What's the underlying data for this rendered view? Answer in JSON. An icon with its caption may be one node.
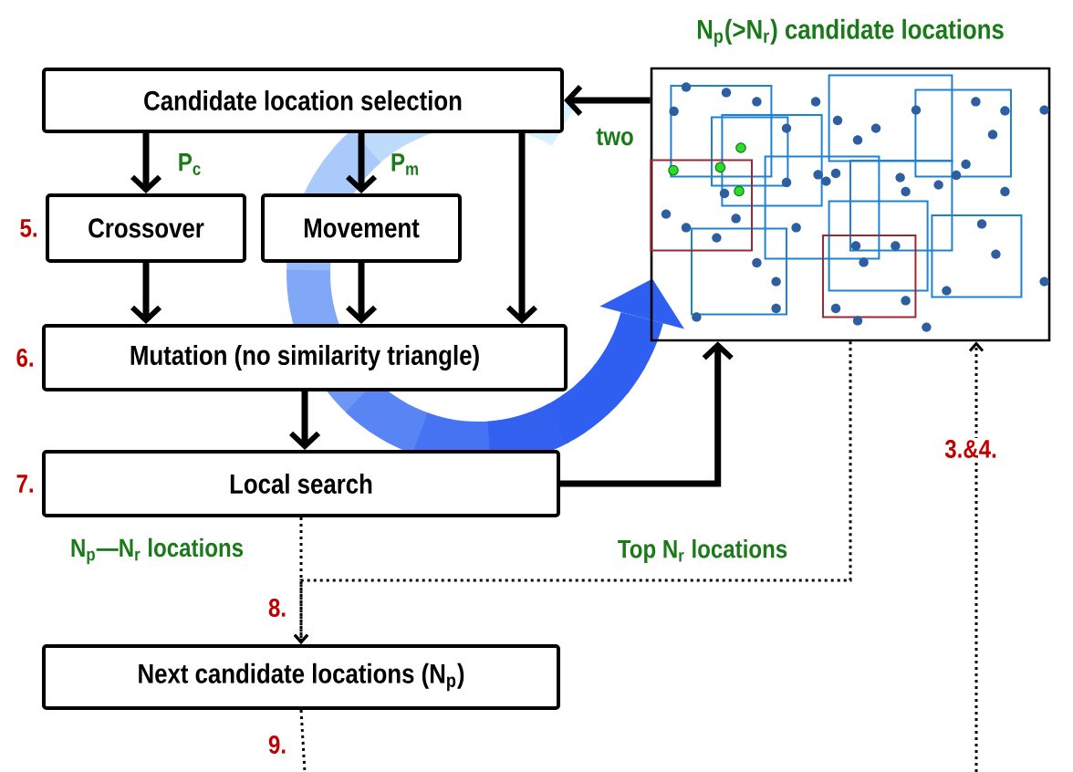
{
  "diagram": {
    "nodes": [
      {
        "text": [
          "Candidate location selection"
        ]
      },
      {
        "text": [
          "Crossover"
        ],
        "beside": [
          "5."
        ]
      },
      {
        "text": [
          "Movement"
        ]
      },
      {
        "text": [
          "Mutation (no similarity triangle)"
        ],
        "beside": [
          "6."
        ]
      },
      {
        "text": [
          "Local search"
        ],
        "beside": [
          "7."
        ]
      },
      {
        "text": [
          "Next candidate locations (N$_{p}$)"
        ]
      },
      {
        "text": [
          "N$_{p}$(>N$_{r}$) candidate locations"
        ]
      }
    ],
    "edges": [
      {
        "from": 0,
        "to": 1,
        "arrow": "to",
        "label": "P$_{c}$"
      },
      {
        "from": 0,
        "to": 2,
        "arrow": "to",
        "label": "P$_{m}$"
      },
      {
        "from": 0,
        "to": 3,
        "arrow": "to"
      },
      {
        "from": 1,
        "to": 3,
        "arrow": "to"
      },
      {
        "from": 2,
        "to": 3,
        "arrow": "to"
      },
      {
        "from": 3,
        "to": 4,
        "arrow": "to"
      },
      {
        "from": 4,
        "to": 6,
        "arrow": "to"
      },
      {
        "from": 6,
        "to": 0,
        "arrow": "to",
        "label": "two"
      },
      {
        "from": 4,
        "to": 5,
        "arrow": "to",
        "style": "dashed",
        "label": "N$_{p}$—N$_{r}$ locations"
      },
      {
        "from": 6,
        "to": 5,
        "arrow": "to",
        "style": "dashed",
        "label": "Top N$_{r}$ locations"
      },
      {
        "from": 5,
        "to": null,
        "arrow": "none",
        "style": "dashed",
        "label": "9."
      },
      {
        "from": null,
        "to": 6,
        "arrow": "to",
        "style": "dashed",
        "label": "3.&4."
      }
    ],
    "labels": [
      "8."
    ]
  }
}
